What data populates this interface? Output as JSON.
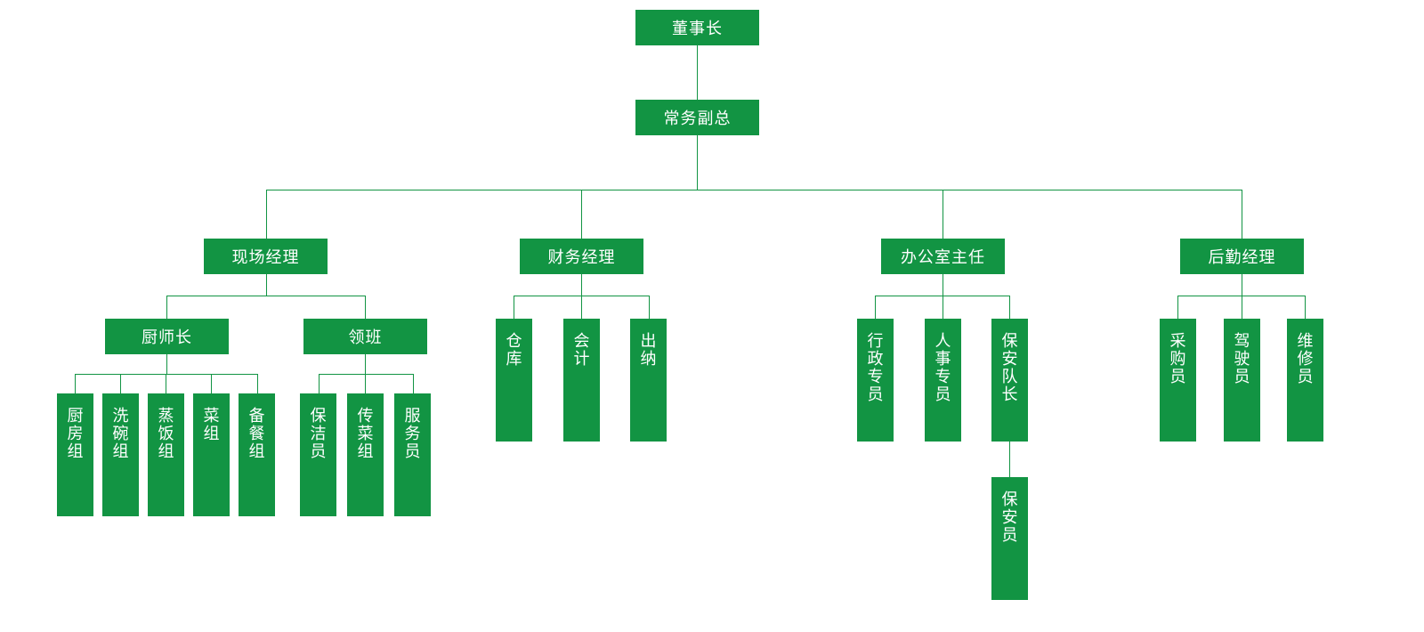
{
  "line_color": "#129443",
  "box_color": "#129443",
  "text_color": "#ffffff",
  "nodes": {
    "chairman": {
      "label": "董事长"
    },
    "exec_vp": {
      "label": "常务副总"
    },
    "site_manager": {
      "label": "现场经理"
    },
    "finance_manager": {
      "label": "财务经理"
    },
    "office_director": {
      "label": "办公室主任"
    },
    "logistics_manager": {
      "label": "后勤经理"
    },
    "head_chef": {
      "label": "厨师长"
    },
    "shift_leader": {
      "label": "领班"
    },
    "kitchen_group": {
      "label": "厨房组"
    },
    "dishwashing_group": {
      "label": "洗碗组"
    },
    "rice_steaming_group": {
      "label": "蒸饭组"
    },
    "vegetable_group": {
      "label": "菜组"
    },
    "meal_prep_group": {
      "label": "备餐组"
    },
    "cleaner": {
      "label": "保洁员"
    },
    "dish_delivery_group": {
      "label": "传菜组"
    },
    "waiter": {
      "label": "服务员"
    },
    "warehouse": {
      "label": "仓库"
    },
    "accountant": {
      "label": "会计"
    },
    "cashier": {
      "label": "出纳"
    },
    "admin_specialist": {
      "label": "行政专员"
    },
    "hr_specialist": {
      "label": "人事专员"
    },
    "security_captain": {
      "label": "保安队长"
    },
    "security_guard": {
      "label": "保安员"
    },
    "purchaser": {
      "label": "采购员"
    },
    "driver": {
      "label": "驾驶员"
    },
    "maintenance_worker": {
      "label": "维修员"
    }
  }
}
